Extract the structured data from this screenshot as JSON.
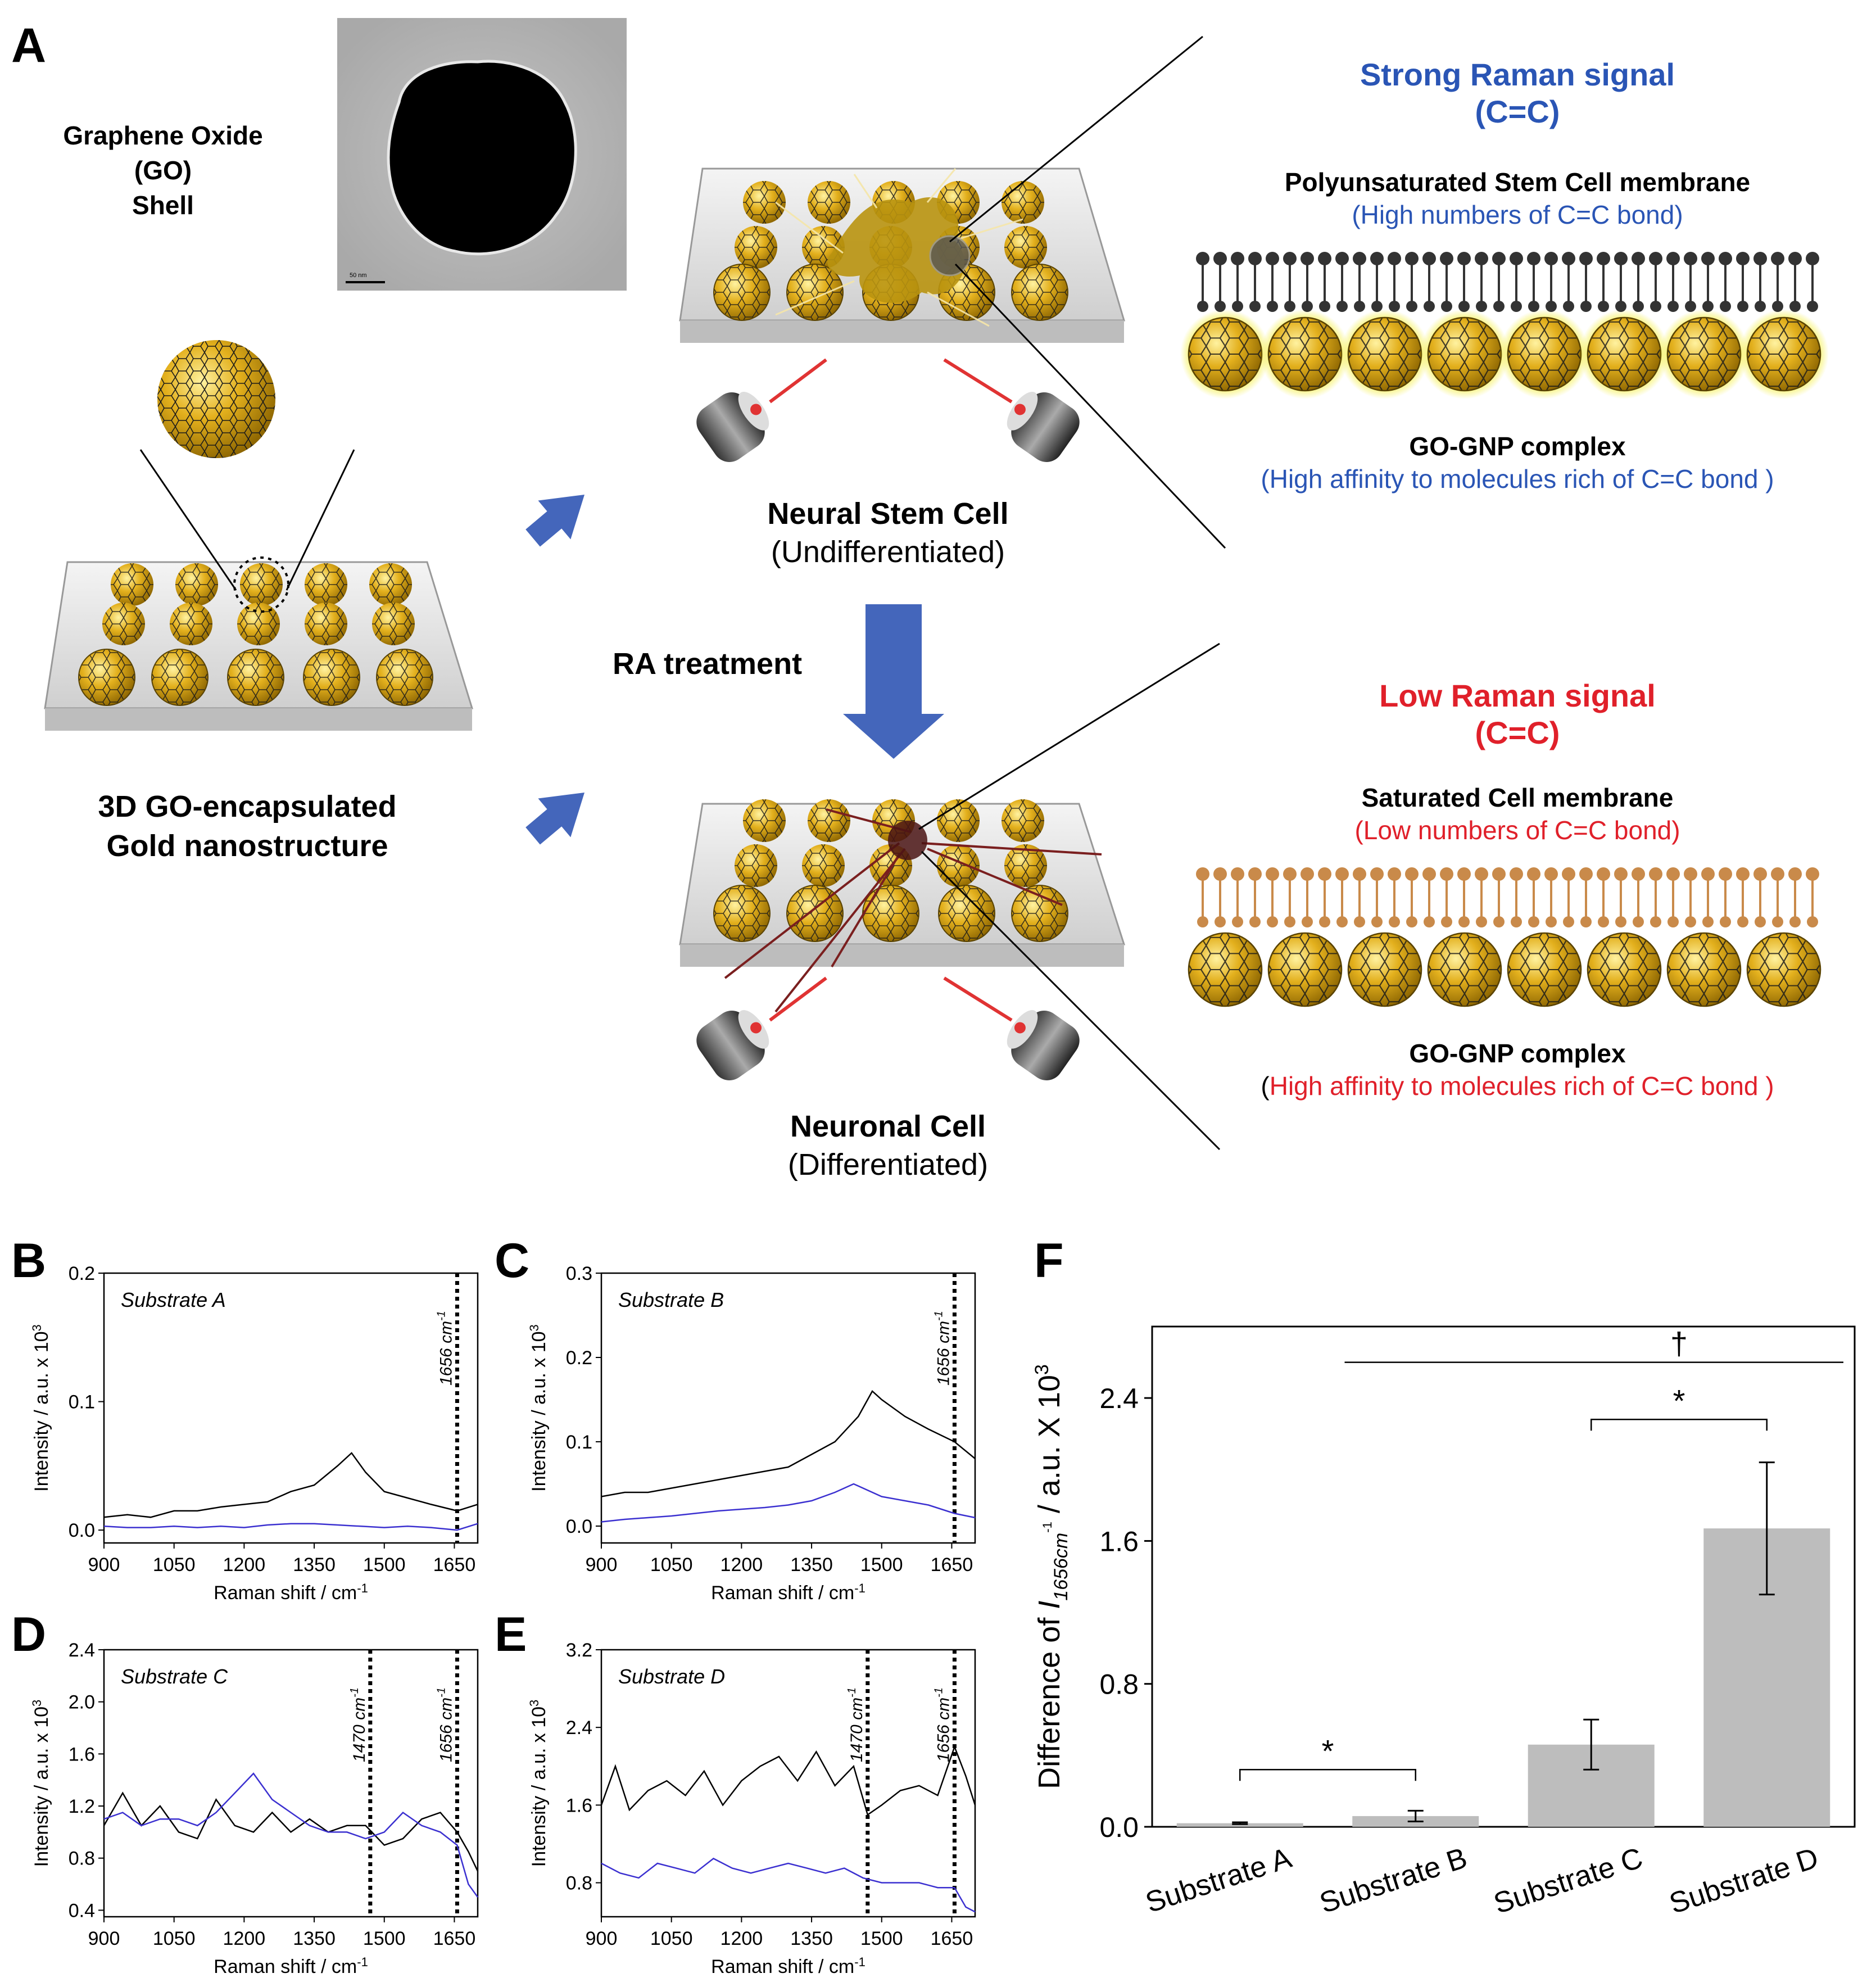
{
  "panel_labels": {
    "a": "A",
    "b": "B",
    "c": "C",
    "d": "D",
    "e": "E",
    "f": "F"
  },
  "schematic": {
    "tem_label": [
      "Graphene Oxide",
      "(GO)",
      "Shell"
    ],
    "tem_scale": "50 nm",
    "substrate_title": [
      "3D GO-encapsulated",
      "Gold nanostructure"
    ],
    "nsc_title": "Neural Stem Cell",
    "nsc_sub": "(Undifferentiated)",
    "ra_label": "RA treatment",
    "neuron_title": "Neuronal Cell",
    "neuron_sub": "(Differentiated)",
    "strong": {
      "title": "Strong Raman signal",
      "bond": "(C=C)",
      "membrane": "Polyunsaturated  Stem Cell membrane",
      "membrane_sub": "(High numbers  of C=C bond)",
      "complex": "GO-GNP complex",
      "complex_sub": "(High affinity to molecules  rich of C=C bond )"
    },
    "low": {
      "title": "Low Raman signal",
      "bond": "(C=C)",
      "membrane": "Saturated  Cell membrane",
      "membrane_sub": "(Low  numbers  of C=C bond)",
      "complex": "GO-GNP complex",
      "complex_sub_paren": "(",
      "complex_sub": "High affinity to molecules  rich of C=C bond  )"
    },
    "colors": {
      "blue": "#2a55b5",
      "red": "#e0202a",
      "gold": "#d9a514",
      "arrow": "#4466bb",
      "lipid_dark": "#333333",
      "lipid_orange": "#c98a4a",
      "glow": "#f4ee3a"
    }
  },
  "chart_data": [
    {
      "id": "B",
      "type": "line",
      "annotation": "Substrate A",
      "xlabel": "Raman shift / cm",
      "xlabel_sup": "-1",
      "ylabel": "Intensity / a.u. x 10",
      "ylabel_sup": "3",
      "xlim": [
        900,
        1700
      ],
      "ylim": [
        -0.01,
        0.2
      ],
      "xticks": [
        900,
        1050,
        1200,
        1350,
        1500,
        1650
      ],
      "xticklabels": [
        "900",
        "1050",
        "1200",
        "1350",
        "1500",
        "1650"
      ],
      "yticks": [
        0.0,
        0.1,
        0.2
      ],
      "yticklabels": [
        "0.0",
        "0.1",
        "0.2"
      ],
      "markers": [
        {
          "x": 1656,
          "label": "1656 cm",
          "sup": "-1"
        }
      ],
      "series": [
        {
          "color": "#000000",
          "x": [
            900,
            950,
            1000,
            1050,
            1100,
            1150,
            1200,
            1250,
            1300,
            1350,
            1400,
            1430,
            1460,
            1500,
            1550,
            1600,
            1656,
            1700
          ],
          "y": [
            0.01,
            0.012,
            0.01,
            0.015,
            0.015,
            0.018,
            0.02,
            0.022,
            0.03,
            0.035,
            0.05,
            0.06,
            0.045,
            0.03,
            0.025,
            0.02,
            0.015,
            0.02
          ]
        },
        {
          "color": "#3b30d0",
          "x": [
            900,
            950,
            1000,
            1050,
            1100,
            1150,
            1200,
            1250,
            1300,
            1350,
            1400,
            1450,
            1500,
            1550,
            1600,
            1656,
            1700
          ],
          "y": [
            0.003,
            0.002,
            0.002,
            0.003,
            0.002,
            0.003,
            0.002,
            0.004,
            0.005,
            0.005,
            0.004,
            0.003,
            0.002,
            0.003,
            0.002,
            0.0,
            0.005
          ]
        }
      ]
    },
    {
      "id": "C",
      "type": "line",
      "annotation": "Substrate B",
      "xlabel": "Raman shift / cm",
      "xlabel_sup": "-1",
      "ylabel": "Intensity / a.u. x 10",
      "ylabel_sup": "3",
      "xlim": [
        900,
        1700
      ],
      "ylim": [
        -0.02,
        0.3
      ],
      "xticks": [
        900,
        1050,
        1200,
        1350,
        1500,
        1650
      ],
      "xticklabels": [
        "900",
        "1050",
        "1200",
        "1350",
        "1500",
        "1650"
      ],
      "yticks": [
        0.0,
        0.1,
        0.2,
        0.3
      ],
      "yticklabels": [
        "0.0",
        "0.1",
        "0.2",
        "0.3"
      ],
      "markers": [
        {
          "x": 1656,
          "label": "1656 cm",
          "sup": "-1"
        }
      ],
      "series": [
        {
          "color": "#000000",
          "x": [
            900,
            950,
            1000,
            1050,
            1100,
            1150,
            1200,
            1250,
            1300,
            1350,
            1400,
            1450,
            1480,
            1500,
            1550,
            1600,
            1656,
            1700
          ],
          "y": [
            0.035,
            0.04,
            0.04,
            0.045,
            0.05,
            0.055,
            0.06,
            0.065,
            0.07,
            0.085,
            0.1,
            0.13,
            0.16,
            0.15,
            0.13,
            0.115,
            0.1,
            0.08
          ]
        },
        {
          "color": "#3b30d0",
          "x": [
            900,
            950,
            1000,
            1050,
            1100,
            1150,
            1200,
            1250,
            1300,
            1350,
            1400,
            1440,
            1500,
            1550,
            1600,
            1656,
            1700
          ],
          "y": [
            0.005,
            0.008,
            0.01,
            0.012,
            0.015,
            0.018,
            0.02,
            0.022,
            0.025,
            0.03,
            0.04,
            0.05,
            0.035,
            0.03,
            0.025,
            0.015,
            0.01
          ]
        }
      ]
    },
    {
      "id": "D",
      "type": "line",
      "annotation": "Substrate C",
      "xlabel": "Raman shift / cm",
      "xlabel_sup": "-1",
      "ylabel": "Intensity / a.u. x 10",
      "ylabel_sup": "3",
      "xlim": [
        900,
        1700
      ],
      "ylim": [
        0.35,
        2.4
      ],
      "xticks": [
        900,
        1050,
        1200,
        1350,
        1500,
        1650
      ],
      "xticklabels": [
        "900",
        "1050",
        "1200",
        "1350",
        "1500",
        "1650"
      ],
      "yticks": [
        0.4,
        0.8,
        1.2,
        1.6,
        2.0,
        2.4
      ],
      "yticklabels": [
        "0.4",
        "0.8",
        "1.2",
        "1.6",
        "2.0",
        "2.4"
      ],
      "markers": [
        {
          "x": 1470,
          "label": "1470 cm",
          "sup": "-1"
        },
        {
          "x": 1656,
          "label": "1656 cm",
          "sup": "-1"
        }
      ],
      "series": [
        {
          "color": "#000000",
          "x": [
            900,
            940,
            980,
            1020,
            1060,
            1100,
            1140,
            1180,
            1220,
            1260,
            1300,
            1340,
            1380,
            1420,
            1460,
            1500,
            1540,
            1580,
            1620,
            1656,
            1680,
            1700
          ],
          "y": [
            1.05,
            1.3,
            1.05,
            1.2,
            1.0,
            0.95,
            1.25,
            1.05,
            1.0,
            1.15,
            1.0,
            1.1,
            1.0,
            1.05,
            1.05,
            0.9,
            0.95,
            1.1,
            1.15,
            1.0,
            0.85,
            0.7
          ]
        },
        {
          "color": "#3b30d0",
          "x": [
            900,
            940,
            980,
            1020,
            1060,
            1100,
            1140,
            1180,
            1220,
            1260,
            1300,
            1340,
            1380,
            1420,
            1460,
            1500,
            1540,
            1580,
            1620,
            1656,
            1680,
            1700
          ],
          "y": [
            1.1,
            1.15,
            1.05,
            1.1,
            1.1,
            1.05,
            1.15,
            1.3,
            1.45,
            1.25,
            1.15,
            1.05,
            1.0,
            1.0,
            0.95,
            1.0,
            1.15,
            1.05,
            1.0,
            0.9,
            0.6,
            0.5
          ]
        }
      ]
    },
    {
      "id": "E",
      "type": "line",
      "annotation": "Substrate D",
      "xlabel": "Raman shift / cm",
      "xlabel_sup": "-1",
      "ylabel": "Intensity / a.u. x 10",
      "ylabel_sup": "3",
      "xlim": [
        900,
        1700
      ],
      "ylim": [
        0.45,
        3.2
      ],
      "xticks": [
        900,
        1050,
        1200,
        1350,
        1500,
        1650
      ],
      "xticklabels": [
        "900",
        "1050",
        "1200",
        "1350",
        "1500",
        "1650"
      ],
      "yticks": [
        0.8,
        1.6,
        2.4,
        3.2
      ],
      "yticklabels": [
        "0.8",
        "1.6",
        "2.4",
        "3.2"
      ],
      "markers": [
        {
          "x": 1470,
          "label": "1470 cm",
          "sup": "-1"
        },
        {
          "x": 1656,
          "label": "1656 cm",
          "sup": "-1"
        }
      ],
      "series": [
        {
          "color": "#000000",
          "x": [
            900,
            930,
            960,
            1000,
            1040,
            1080,
            1120,
            1160,
            1200,
            1240,
            1280,
            1320,
            1360,
            1400,
            1440,
            1470,
            1500,
            1540,
            1580,
            1620,
            1656,
            1680,
            1700
          ],
          "y": [
            1.6,
            2.0,
            1.55,
            1.75,
            1.85,
            1.7,
            1.95,
            1.6,
            1.85,
            2.0,
            2.1,
            1.85,
            2.15,
            1.8,
            2.0,
            1.5,
            1.6,
            1.75,
            1.8,
            1.7,
            2.2,
            1.9,
            1.6
          ]
        },
        {
          "color": "#3b30d0",
          "x": [
            900,
            940,
            980,
            1020,
            1060,
            1100,
            1140,
            1180,
            1220,
            1260,
            1300,
            1340,
            1380,
            1420,
            1460,
            1500,
            1540,
            1580,
            1620,
            1656,
            1680,
            1700
          ],
          "y": [
            1.0,
            0.9,
            0.85,
            1.0,
            0.95,
            0.9,
            1.05,
            0.95,
            0.9,
            0.95,
            1.0,
            0.95,
            0.9,
            0.95,
            0.85,
            0.8,
            0.8,
            0.8,
            0.75,
            0.75,
            0.55,
            0.5
          ]
        }
      ]
    },
    {
      "id": "F",
      "type": "bar",
      "categories": [
        "Substrate A",
        "Substrate B",
        "Substrate C",
        "Substrate D"
      ],
      "values": [
        0.02,
        0.06,
        0.46,
        1.67
      ],
      "errors": [
        0.005,
        0.03,
        0.14,
        0.37
      ],
      "ylim": [
        0.0,
        2.8
      ],
      "yticks": [
        0.0,
        0.8,
        1.6,
        2.4
      ],
      "yticklabels": [
        "0.0",
        "0.8",
        "1.6",
        "2.4"
      ],
      "ylabel_pre": "Difference of ",
      "ylabel_i": "I",
      "ylabel_sub": "1656cm",
      "ylabel_subsup": "-1",
      "ylabel_post": " / a.u. X 10",
      "ylabel_sup": "3",
      "bar_color": "#bdbdbd",
      "significance": [
        {
          "from": 0,
          "to": 1,
          "y": 0.32,
          "label": "*",
          "bracket": true
        },
        {
          "from": 2,
          "to": 3,
          "y": 2.28,
          "label": "*",
          "bracket": true
        },
        {
          "from": 1,
          "to": 3,
          "y": 2.6,
          "label": "†",
          "bracket": false
        }
      ]
    }
  ]
}
